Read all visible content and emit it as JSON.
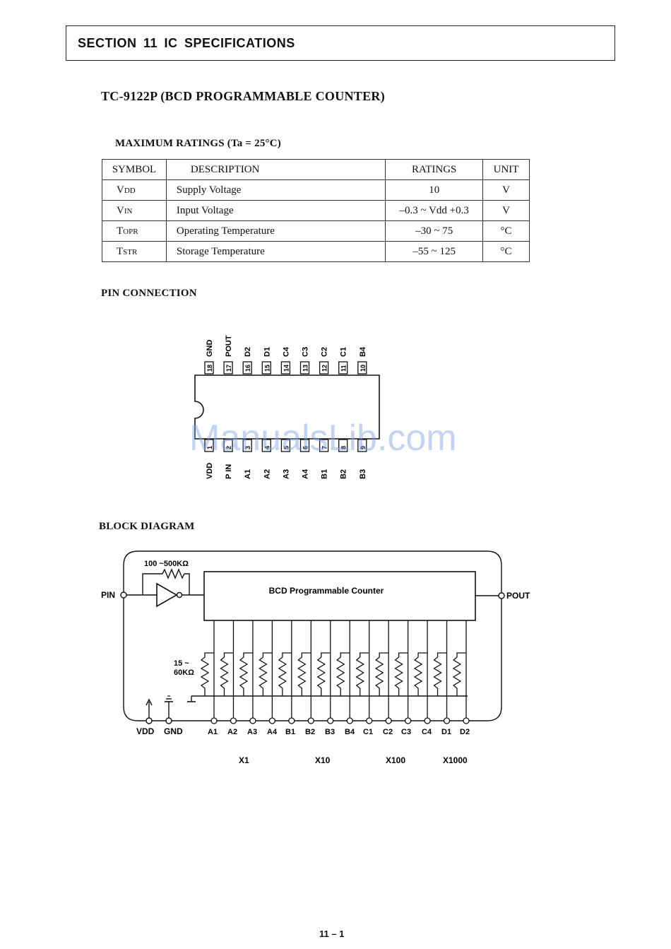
{
  "section": {
    "title": "SECTION 11 IC SPECIFICATIONS"
  },
  "chip": {
    "title": "TC-9122P (BCD PROGRAMMABLE COUNTER)"
  },
  "ratings": {
    "heading": "MAXIMUM RATINGS (Ta = 25°C)",
    "headers": {
      "symbol": "SYMBOL",
      "description": "DESCRIPTION",
      "ratings": "RATINGS",
      "unit": "UNIT"
    },
    "rows": [
      {
        "symbol": "Vdd",
        "description": "Supply Voltage",
        "rating": "10",
        "unit": "V"
      },
      {
        "symbol": "Vin",
        "description": "Input Voltage",
        "rating": "–0.3 ~ Vdd +0.3",
        "unit": "V"
      },
      {
        "symbol": "Topr",
        "description": "Operating Temperature",
        "rating": "–30 ~ 75",
        "unit": "°C"
      },
      {
        "symbol": "Tstr",
        "description": "Storage Temperature",
        "rating": "–55 ~ 125",
        "unit": "°C"
      }
    ]
  },
  "pins": {
    "heading": "PIN CONNECTION",
    "top": [
      {
        "num": "18",
        "name": "GND"
      },
      {
        "num": "17",
        "name": "POUT"
      },
      {
        "num": "16",
        "name": "D2"
      },
      {
        "num": "15",
        "name": "D1"
      },
      {
        "num": "14",
        "name": "C4"
      },
      {
        "num": "13",
        "name": "C3"
      },
      {
        "num": "12",
        "name": "C2"
      },
      {
        "num": "11",
        "name": "C1"
      },
      {
        "num": "10",
        "name": "B4"
      }
    ],
    "bottom": [
      {
        "num": "1",
        "name": "VDD"
      },
      {
        "num": "2",
        "name": "P IN"
      },
      {
        "num": "3",
        "name": "A1"
      },
      {
        "num": "4",
        "name": "A2"
      },
      {
        "num": "5",
        "name": "A3"
      },
      {
        "num": "6",
        "name": "A4"
      },
      {
        "num": "7",
        "name": "B1"
      },
      {
        "num": "8",
        "name": "B2"
      },
      {
        "num": "9",
        "name": "B3"
      }
    ]
  },
  "block": {
    "heading": "BLOCK DIAGRAM",
    "box_label": "BCD Programmable Counter",
    "feedback_resistor": "100 ~500KΩ",
    "pulldown_label_1": "15 ~",
    "pulldown_label_2": "60KΩ",
    "pin_in": "PIN",
    "pin_out": "POUT",
    "vdd": "VDD",
    "gnd": "GND",
    "inputs": [
      "A1",
      "A2",
      "A3",
      "A4",
      "B1",
      "B2",
      "B3",
      "B4",
      "C1",
      "C2",
      "C3",
      "C4",
      "D1",
      "D2"
    ],
    "groups": [
      "X1",
      "X10",
      "X100",
      "X1000"
    ]
  },
  "watermark": "ManualsLib.com",
  "page_number": "11 – 1"
}
